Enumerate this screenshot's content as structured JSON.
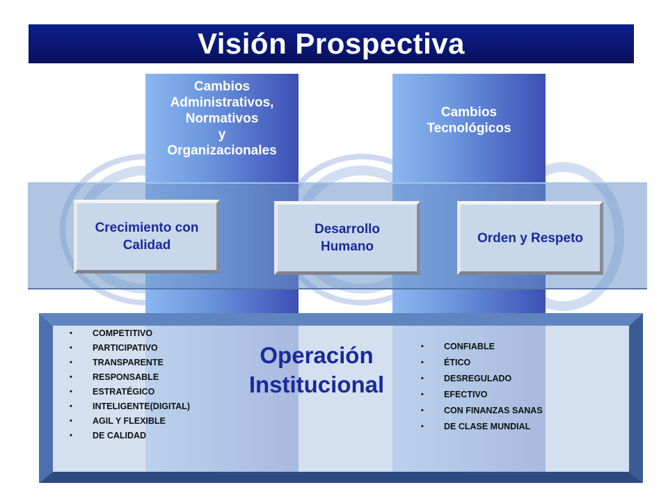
{
  "title": "Visión Prospectiva",
  "pillars": {
    "left": "Cambios\nAdministrativos,\nNormativos\ny\nOrganizacionales",
    "right": "Cambios\nTecnológicos"
  },
  "values": {
    "crecimiento": "Crecimiento con\nCalidad",
    "desarrollo": "Desarrollo\nHumano",
    "orden": "Orden y Respeto"
  },
  "operation": {
    "title": "Operación\nInstitucional",
    "left_attributes": [
      "COMPETITIVO",
      "PARTICIPATIVO",
      "TRANSPARENTE",
      "RESPONSABLE",
      "ESTRATÉGICO",
      "INTELIGENTE(DIGITAL)",
      "AGIL Y FLEXIBLE",
      "DE CALIDAD"
    ],
    "right_attributes": [
      "CONFIABLE",
      "ÉTICO",
      "DESREGULADO",
      "EFECTIVO",
      "CON FINANZAS SANAS",
      "DE CLASE MUNDIAL"
    ]
  },
  "colors": {
    "banner": "#0a1670",
    "accent_text": "#1a2a9a",
    "pillar_light": "#8cb6f0",
    "pillar_dark": "#3d4fb6"
  }
}
